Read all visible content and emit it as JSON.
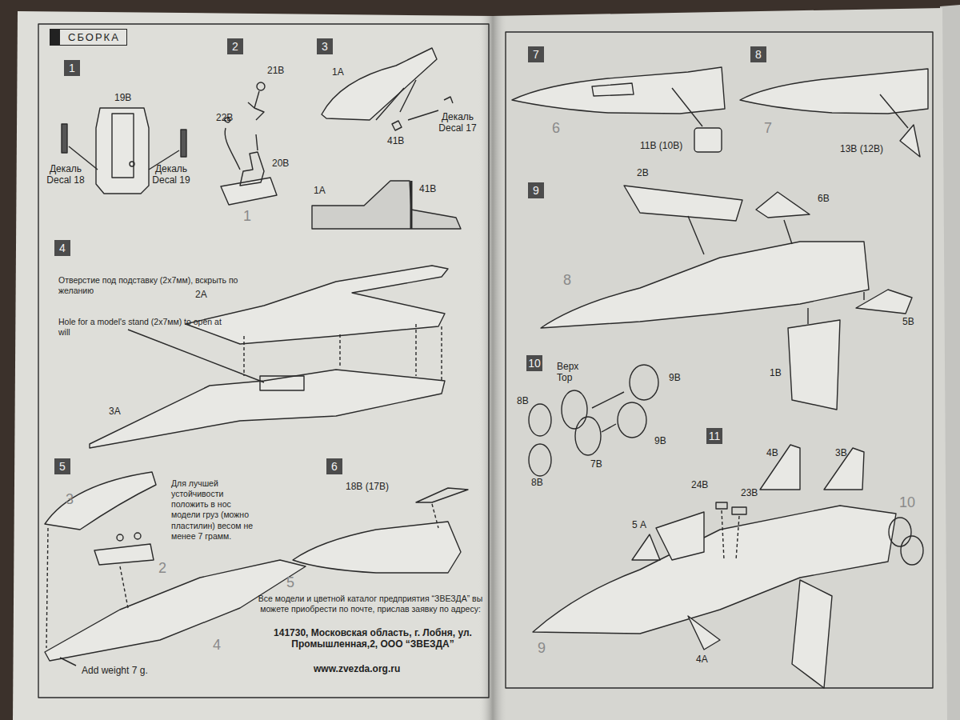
{
  "diagram": {
    "title": "СБОРКА",
    "labels": [
      "1",
      "19В",
      "Декаль Decal 18",
      "Декаль Decal 19",
      "2",
      "21В",
      "22В",
      "20В",
      "1",
      "3",
      "1А",
      "41В",
      "Декаль Decal 17",
      "1А",
      "41В",
      "4",
      "Отверстие под подставку (2х7мм), вскрыть по желанию",
      "Hole for a model's stand (2x7мм) to open at will",
      "2А",
      "3А",
      "5",
      "3",
      "Для лучшей устойчивости положить в нос модели груз (можно пластилин) весом не менее 7 грамм.",
      "2",
      "4",
      "Add weight 7 g.",
      "6",
      "18В (17В)",
      "5",
      "Все модели и цветной каталог предприятия “ЗВЕЗДА” вы можете приобрести по почте, прислав заявку по адресу:",
      "141730, Московская область, г. Лобня, ул. Промышленная,2, ООО “ЗВЕЗДА”",
      "www.zvezda.org.ru",
      "7",
      "6",
      "11В (10В)",
      "8",
      "7",
      "13В (12В)",
      "9",
      "2В",
      "6В",
      "8",
      "5В",
      "1В",
      "10",
      "Верх Top",
      "9В",
      "8В",
      "9В",
      "8В",
      "7В",
      "11",
      "4В",
      "3В",
      "24В",
      "23В",
      "5 А",
      "10",
      "9",
      "4А"
    ]
  }
}
